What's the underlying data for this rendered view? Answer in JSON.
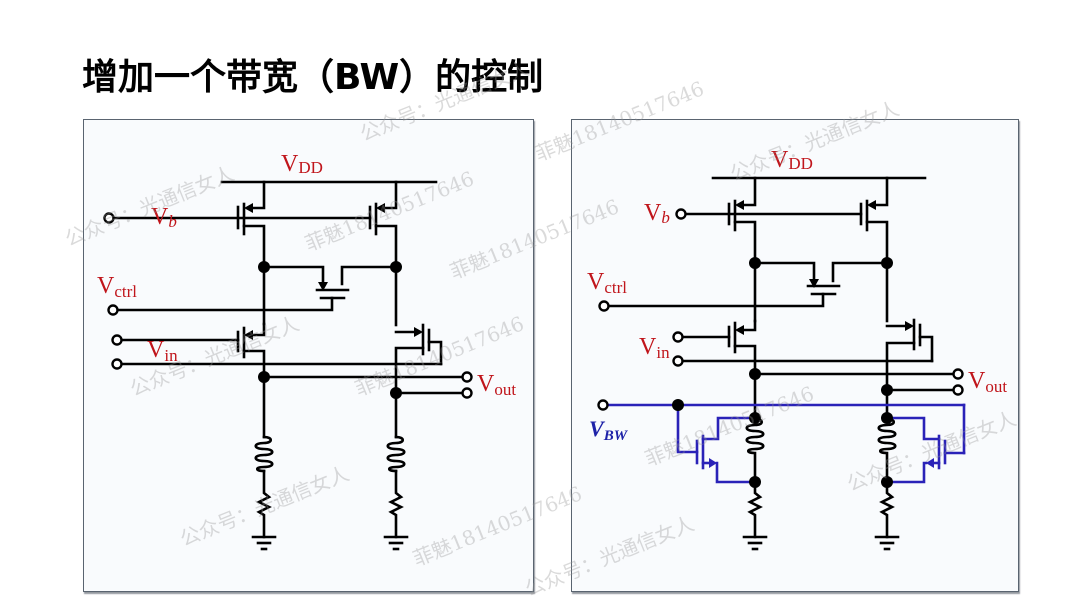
{
  "title": "增加一个带宽（BW）的控制",
  "colors": {
    "label_red": "#c0151b",
    "wire_black": "#000000",
    "wire_blue": "#2a22b8",
    "panel_bg": "#f9fbfd"
  },
  "panels": [
    {
      "name": "original-circuit",
      "labels": {
        "vdd": "V",
        "vdd_sub": "DD",
        "vb": "V",
        "vb_sub": "b",
        "vctrl": "V",
        "vctrl_sub": "ctrl",
        "vin": "V",
        "vin_sub": "in",
        "vout": "V",
        "vout_sub": "out"
      }
    },
    {
      "name": "bw-controlled-circuit",
      "labels": {
        "vdd": "V",
        "vdd_sub": "DD",
        "vb": "V",
        "vb_sub": "b",
        "vctrl": "V",
        "vctrl_sub": "ctrl",
        "vin": "V",
        "vin_sub": "in",
        "vout": "V",
        "vout_sub": "out",
        "vbw": "V",
        "vbw_sub": "BW"
      }
    }
  ],
  "watermarks": [
    "公众号：光通信女人",
    "菲魅18140517646",
    "公众号：光通信女人",
    "菲魅18140517646",
    "公众号：光通信女人",
    "菲魅18140517646",
    "公众号：光通信女人",
    "菲魅18140517646",
    "公众号：光通信女人",
    "菲魅18140517646"
  ]
}
